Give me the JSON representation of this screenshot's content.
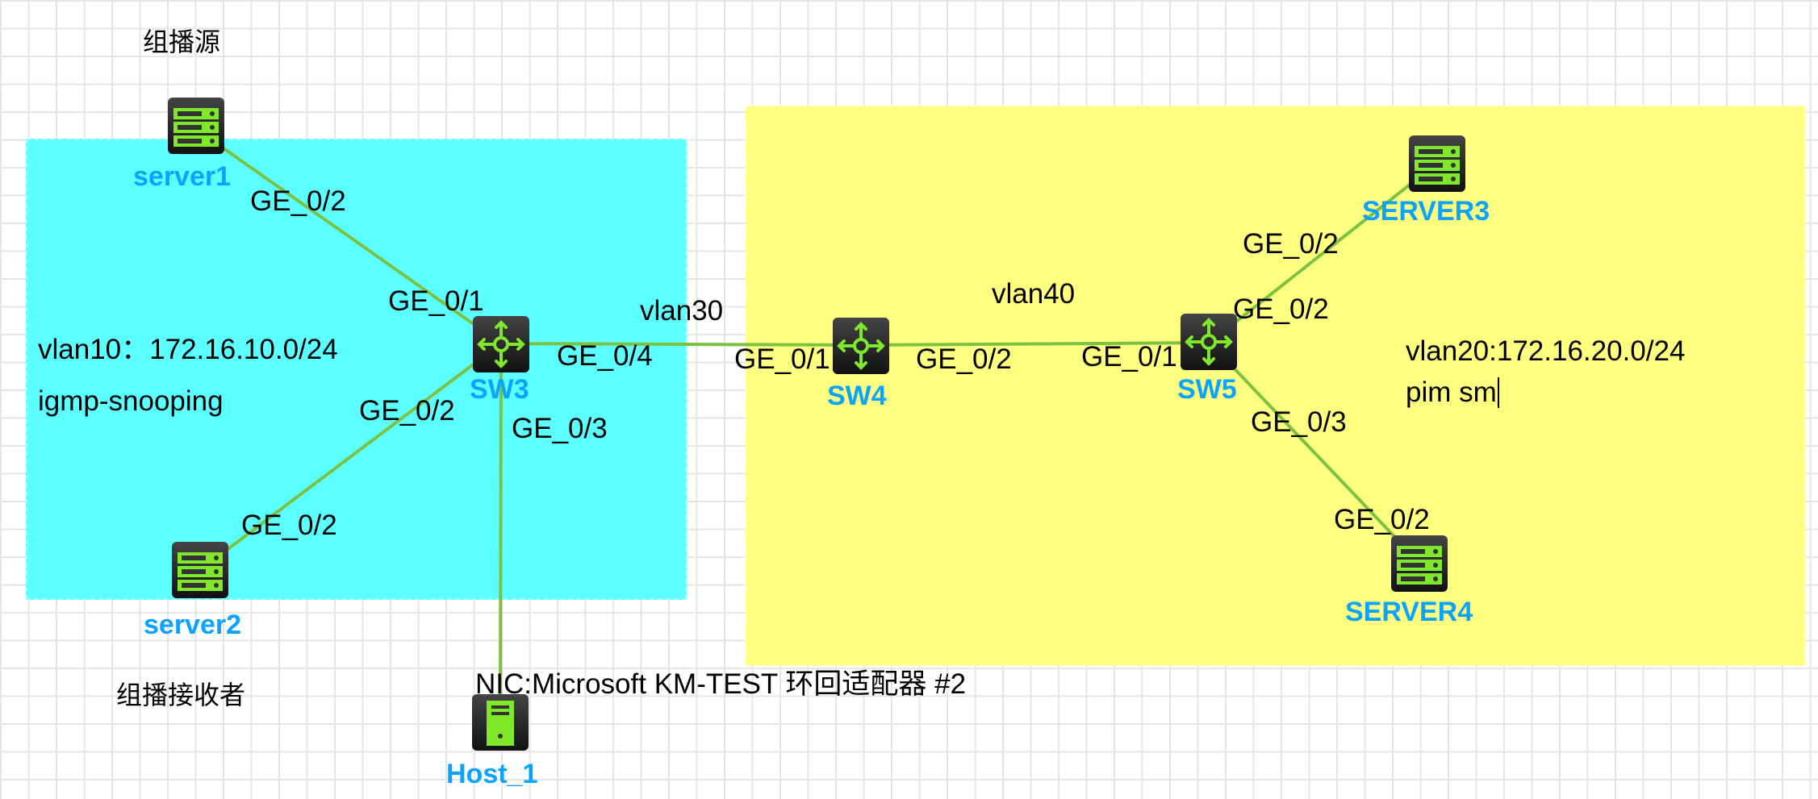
{
  "annotations": {
    "source_title": "组播源",
    "receiver_title": "组播接收者",
    "vlan10_info": "vlan10：172.16.10.0/24",
    "vlan10_feature": "igmp-snooping",
    "vlan20_info": "vlan20:172.16.20.0/24",
    "vlan20_feature": "pim sm",
    "vlan30": "vlan30",
    "vlan40": "vlan40",
    "nic": "NIC:Microsoft KM-TEST 环回适配器 #2"
  },
  "devices": {
    "server1": "server1",
    "server2": "server2",
    "server3": "SERVER3",
    "server4": "SERVER4",
    "sw3": "SW3",
    "sw4": "SW4",
    "sw5": "SW5",
    "host1": "Host_1"
  },
  "ports": {
    "server1_p": "GE_0/2",
    "sw3_to_server1": "GE_0/1",
    "sw3_to_sw4": "GE_0/4",
    "sw3_to_server2": "GE_0/2",
    "sw3_to_host": "GE_0/3",
    "server2_p": "GE_0/2",
    "sw4_to_sw3": "GE_0/1",
    "sw4_to_sw5": "GE_0/2",
    "sw5_to_sw4": "GE_0/1",
    "sw5_to_server3": "GE_0/2",
    "sw5_to_server4": "GE_0/3",
    "server3_p": "GE_0/2",
    "server4_p": "GE_0/2"
  },
  "colors": {
    "vlan10_zone": "#5cffff",
    "vlan20_zone": "#ffff80",
    "link": "#7cc242",
    "device_label": "#0aa3ff",
    "icon_green": "#7fe82a"
  }
}
